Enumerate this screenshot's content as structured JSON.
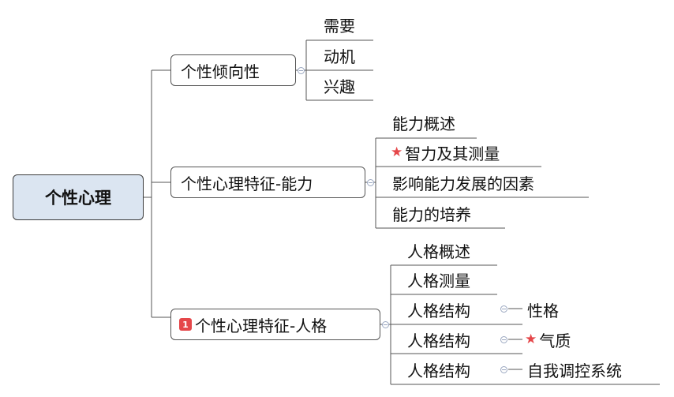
{
  "root": {
    "label": "个性心理"
  },
  "branches": [
    {
      "label": "个性倾向性",
      "badge": "",
      "children": [
        {
          "label": "需要"
        },
        {
          "label": "动机"
        },
        {
          "label": "兴趣"
        }
      ]
    },
    {
      "label": "个性心理特征-能力",
      "badge": "",
      "children": [
        {
          "label": "能力概述"
        },
        {
          "label": "智力及其测量",
          "starred": true
        },
        {
          "label": "影响能力发展的因素"
        },
        {
          "label": "能力的培养"
        }
      ]
    },
    {
      "label": "个性心理特征-人格",
      "badge": "1",
      "children": [
        {
          "label": "人格概述"
        },
        {
          "label": "人格测量"
        },
        {
          "label": "人格结构",
          "sub": "性格"
        },
        {
          "label": "人格结构",
          "sub": "气质",
          "sub_starred": true
        },
        {
          "label": "人格结构",
          "sub": "自我调控系统"
        }
      ]
    }
  ],
  "icons": {
    "star": "star-icon",
    "priority": "priority-1-icon",
    "collapse": "collapse-icon"
  },
  "colors": {
    "root_fill": "#dbe5f1",
    "star": "#e5474a",
    "badge": "#e5474a",
    "line": "#555555"
  }
}
